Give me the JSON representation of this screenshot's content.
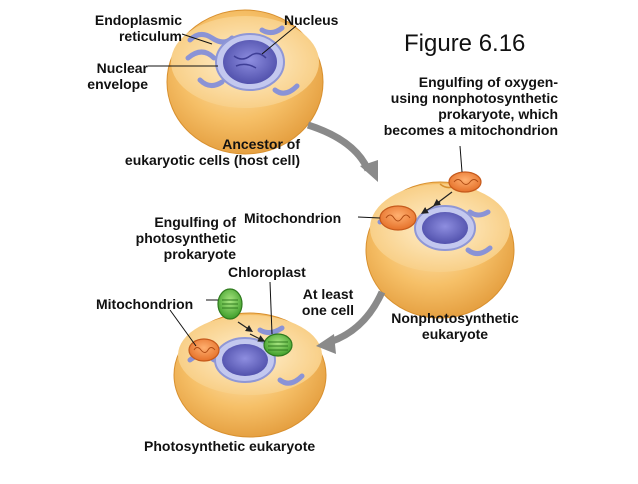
{
  "figure_title": "Figure 6.16",
  "labels": {
    "endoplasmic_reticulum": "Endoplasmic\nreticulum",
    "nucleus": "Nucleus",
    "nuclear_envelope": "Nuclear\nenvelope",
    "ancestor": "Ancestor of\neukaryotic cells (host cell)",
    "engulfing_oxygen": "Engulfing of oxygen-\nusing nonphotosynthetic\nprokaryote, which\nbecomes a mitochondrion",
    "mitochondrion_right": "Mitochondrion",
    "nonphotosynthetic_eukaryote": "Nonphotosynthetic\neukaryote",
    "engulfing_photosynthetic": "Engulfing of\nphotosynthetic\nprokaryote",
    "chloroplast": "Chloroplast",
    "mitochondrion_left": "Mitochondrion",
    "at_least_one_cell": "At least\none cell",
    "photosynthetic_eukaryote": "Photosynthetic eukaryote"
  },
  "colors": {
    "cell_body": "#f3b55a",
    "cell_highlight": "#fbe2b0",
    "nucleus": "#5f5fb8",
    "envelope": "#9aa3d8",
    "er": "#7d86cc",
    "mitochondrion": "#ee8a3a",
    "chloroplast": "#6cc24a",
    "arrow": "#8a8a8a"
  }
}
